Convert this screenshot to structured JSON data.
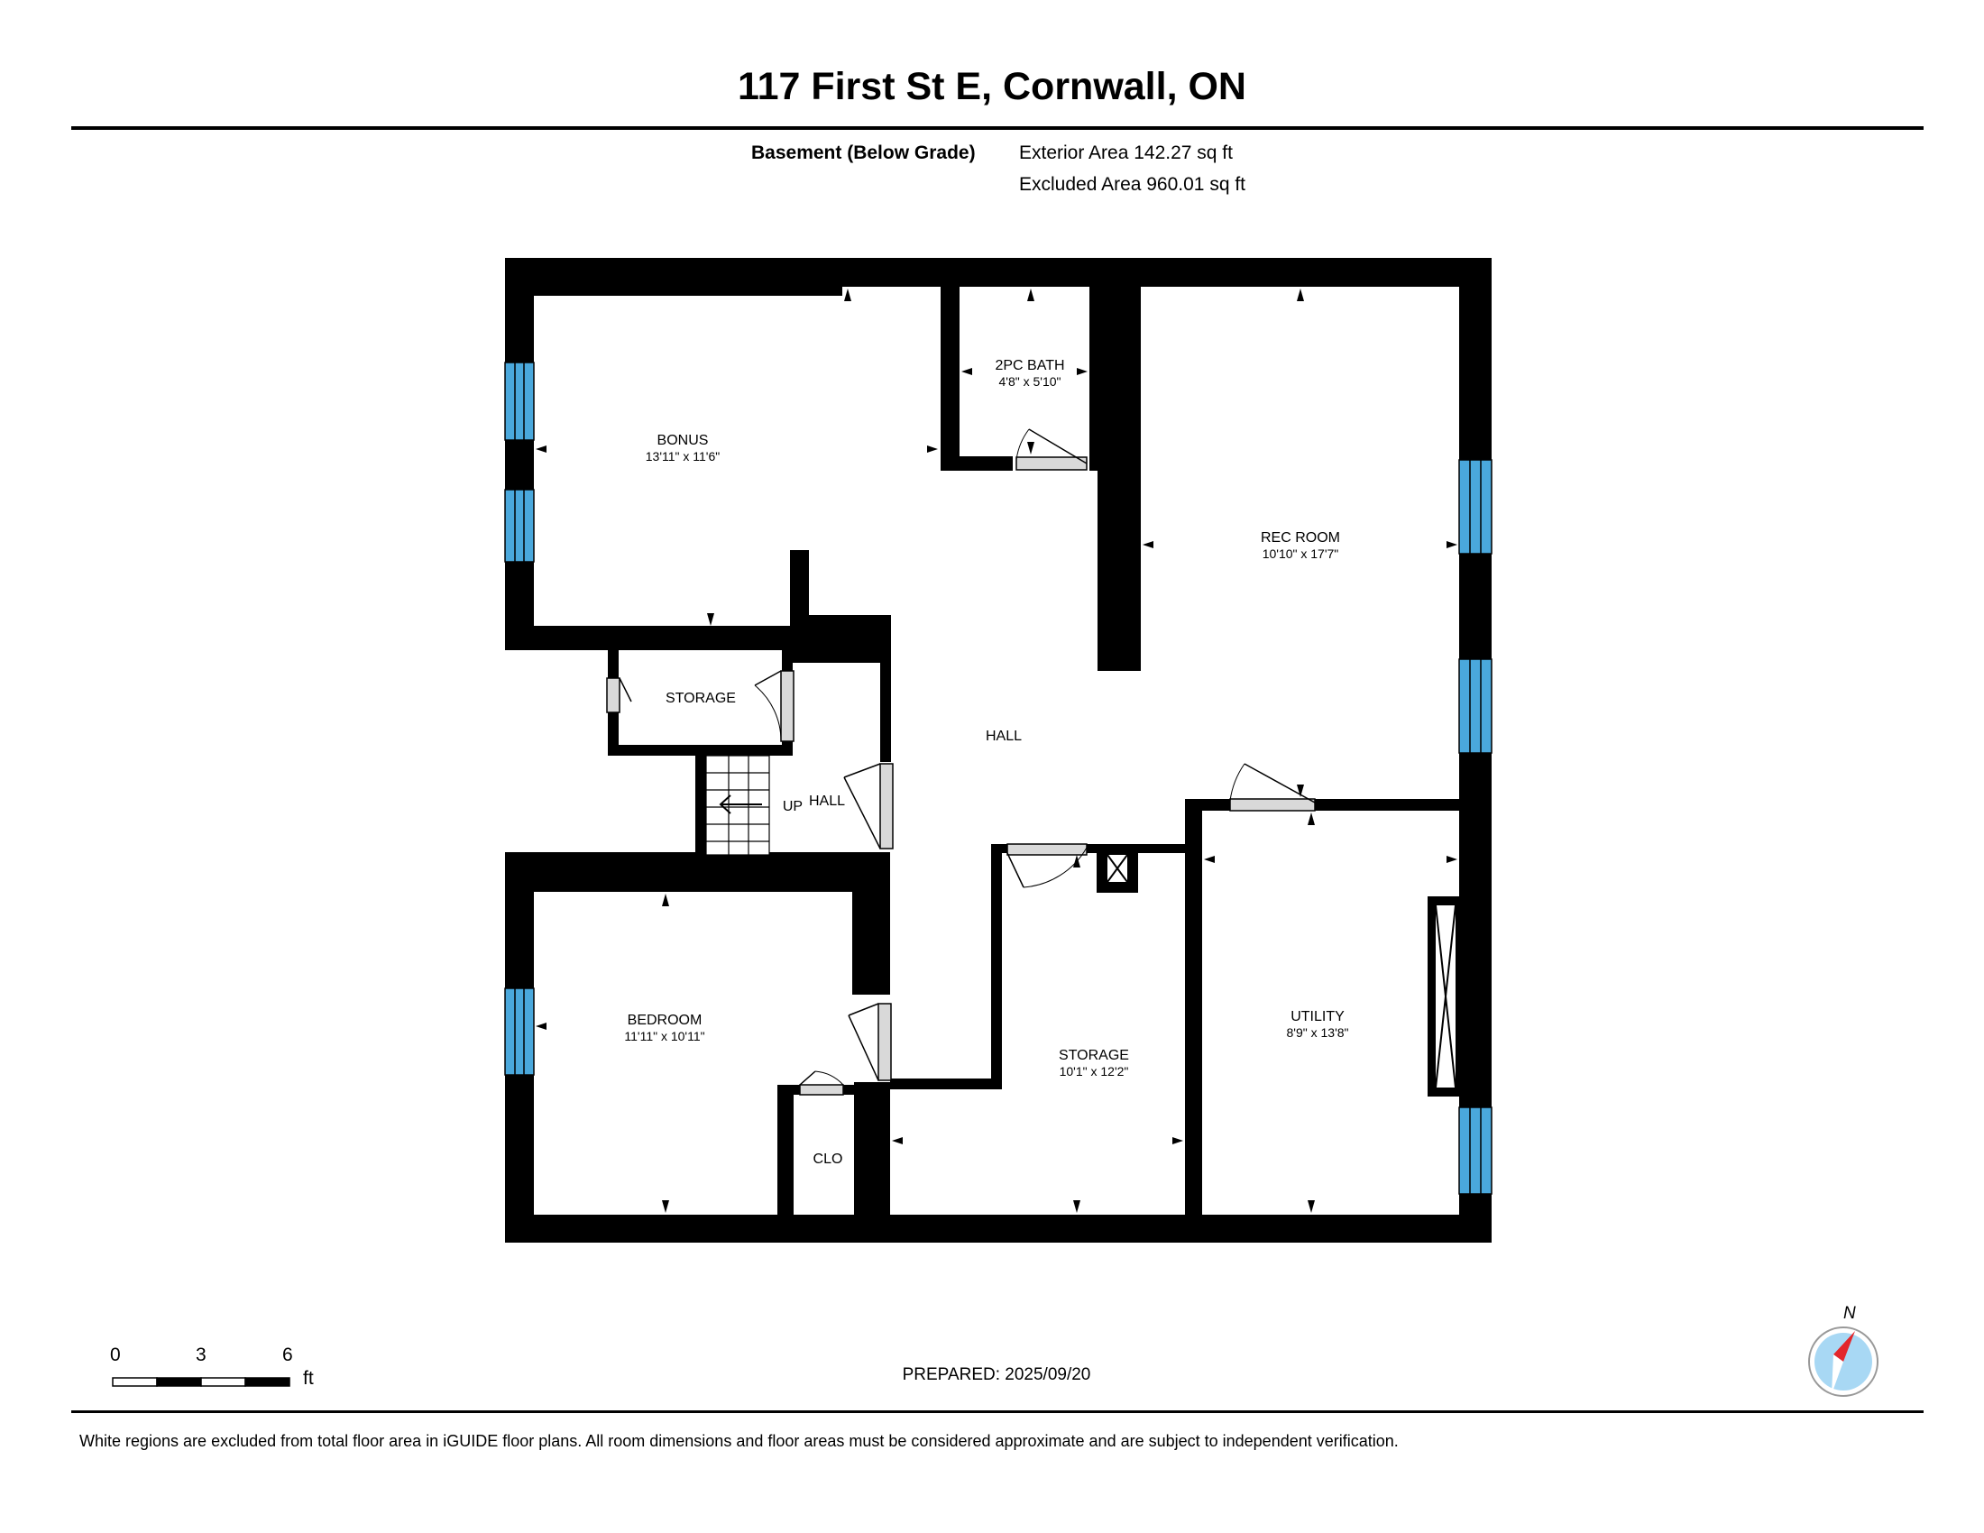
{
  "header": {
    "title": "117 First St E, Cornwall, ON"
  },
  "floor_info": {
    "level_label": "Basement (Below Grade)",
    "exterior_area": "Exterior Area 142.27 sq ft",
    "excluded_area": "Excluded Area 960.01 sq ft"
  },
  "rooms": {
    "bonus": {
      "name": "BONUS",
      "dims": "13'11\" x 11'6\""
    },
    "bath": {
      "name": "2PC BATH",
      "dims": "4'8\" x 5'10\""
    },
    "rec_room": {
      "name": "REC ROOM",
      "dims": "10'10\" x 17'7\""
    },
    "storage_small": {
      "name": "STORAGE"
    },
    "hall_main": {
      "name": "HALL"
    },
    "hall_small": {
      "name": "HALL"
    },
    "stairs_up": {
      "name": "UP"
    },
    "bedroom": {
      "name": "BEDROOM",
      "dims": "11'11\" x 10'11\""
    },
    "storage": {
      "name": "STORAGE",
      "dims": "10'1\" x 12'2\""
    },
    "utility": {
      "name": "UTILITY",
      "dims": "8'9\" x 13'8\""
    },
    "closet": {
      "name": "CLO"
    }
  },
  "scale_bar": {
    "tick_0": "0",
    "tick_3": "3",
    "tick_6": "6",
    "unit": "ft"
  },
  "compass": {
    "north_label": "N"
  },
  "footer": {
    "prepared": "PREPARED: 2025/09/20",
    "disclaimer": "White regions are excluded from total floor area in iGUIDE floor plans. All room dimensions and floor areas must be considered approximate and are subject to independent verification."
  },
  "colors": {
    "wall": "#000000",
    "window": "#4aa8dc",
    "door_leaf": "#d9d9d9",
    "compass_fill": "#a8d8f4",
    "compass_needle": "#e3262b"
  }
}
